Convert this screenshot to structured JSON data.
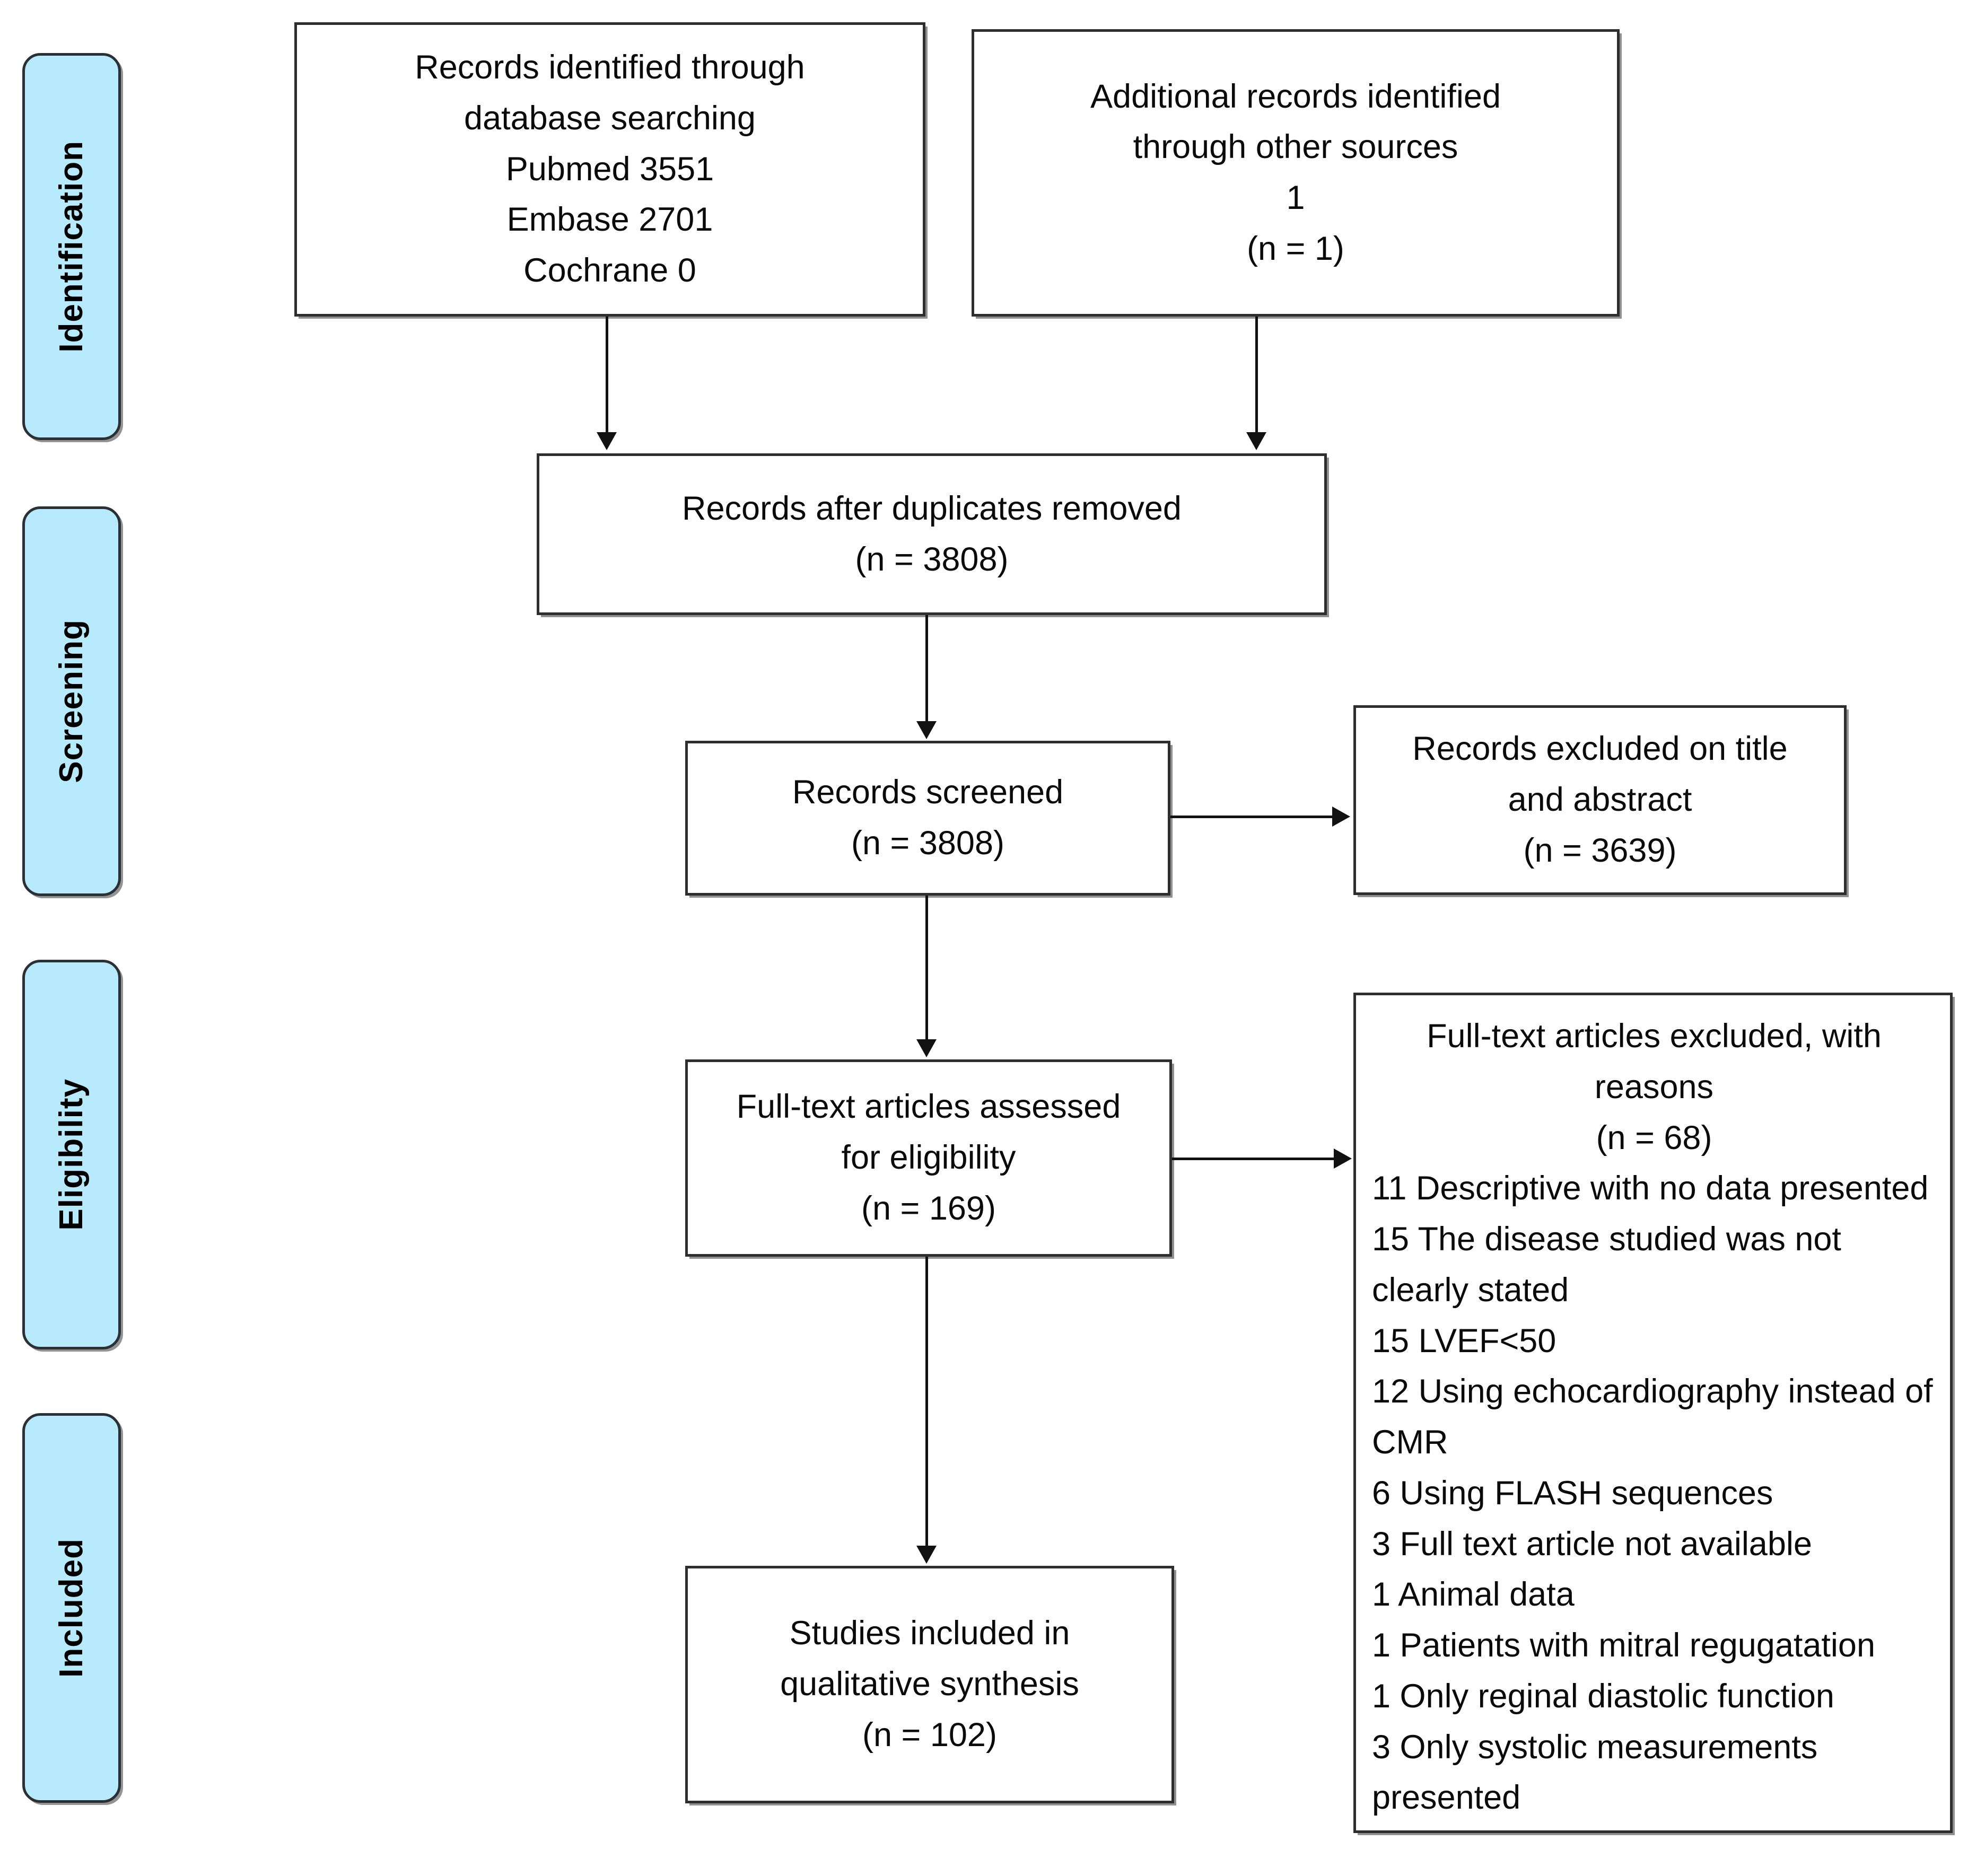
{
  "diagram": {
    "type": "prisma-flow-diagram",
    "accent_color": "#B8EAFD",
    "border_color": "#2e2e2e",
    "connector_color": "#111111"
  },
  "stages": [
    {
      "label": "Identification"
    },
    {
      "label": "Screening"
    },
    {
      "label": "Eligibility"
    },
    {
      "label": "Included"
    }
  ],
  "boxes": {
    "identified_database": {
      "lines": [
        "Records identified through",
        "database searching",
        "Pubmed 3551",
        "Embase 2701",
        "Cochrane 0"
      ]
    },
    "identified_other": {
      "lines": [
        "Additional records identified",
        "through other sources",
        "1",
        "(n = 1)"
      ]
    },
    "duplicates_removed": {
      "lines": [
        "Records after duplicates removed",
        "(n = 3808)"
      ]
    },
    "records_screened": {
      "lines": [
        "Records screened",
        "(n = 3808)"
      ]
    },
    "records_excluded": {
      "lines": [
        "Records excluded on title",
        "and abstract",
        "(n = 3639)"
      ]
    },
    "fulltext_assessed": {
      "lines": [
        "Full-text articles assessed",
        "for eligibility",
        "(n = 169)"
      ]
    },
    "fulltext_excluded": {
      "header": [
        "Full-text articles excluded, with",
        "reasons",
        "(n = 68)"
      ],
      "reasons": [
        "11 Descriptive with no data presented",
        "15 The disease studied was not clearly stated",
        "15 LVEF<50",
        "12 Using echocardiography instead of CMR",
        "6 Using FLASH sequences",
        "3 Full text article not available",
        "1 Animal data",
        "1 Patients with mitral regugatation",
        "1 Only reginal diastolic function",
        "3 Only systolic measurements presented"
      ]
    },
    "studies_included": {
      "lines": [
        "Studies included in",
        "qualitative synthesis",
        "(n = 102)"
      ]
    }
  }
}
